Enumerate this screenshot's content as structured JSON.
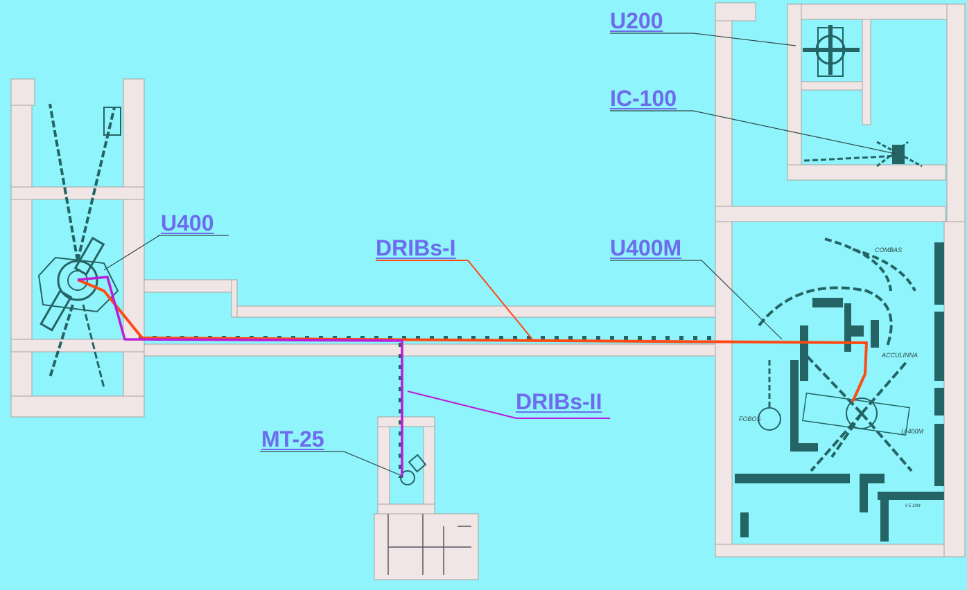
{
  "labels": {
    "u200": "U200",
    "ic100": "IC-100",
    "u400": "U400",
    "dribs1": "DRIBs-I",
    "u400m": "U400M",
    "dribs2": "DRIBs-II",
    "mt25": "MT-25"
  },
  "small_labels": {
    "combas": "COMBAS",
    "acculinna": "ACCULINNA",
    "fobos": "FOBOS",
    "u400m_plan": "U-400M",
    "scale": "0 5 10M"
  },
  "colors": {
    "background": "#8ff4fb",
    "wall_fill": "#f1e6e6",
    "wall_edge": "#a9a2a2",
    "equipment": "#246464",
    "label": "#6c6cec",
    "dribs1_beam": "#ff4a14",
    "dribs2_beam": "#bb1bdb",
    "leader": "#304848"
  }
}
